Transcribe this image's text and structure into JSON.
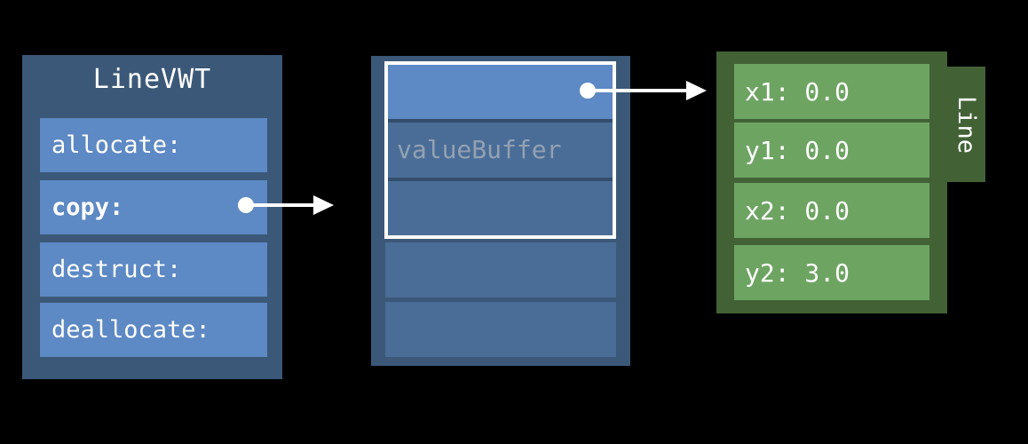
{
  "canvas": {
    "background": "#000000"
  },
  "colors": {
    "panel_blue": "#3B5878",
    "row_blue_bright": "#5D89C4",
    "row_blue_muted": "#4A6D97",
    "buffer_label_text": "#93A1B2",
    "panel_green": "#426236",
    "row_green": "#6DA462",
    "text": "#FFFFFF",
    "arrow": "#FFFFFF"
  },
  "vwt": {
    "title": "LineVWT",
    "rows": [
      {
        "label": "allocate:",
        "emphasis": false
      },
      {
        "label": "copy:",
        "emphasis": true
      },
      {
        "label": "destruct:",
        "emphasis": false
      },
      {
        "label": "deallocate:",
        "emphasis": false
      }
    ]
  },
  "buffer": {
    "label": "valueBuffer",
    "slots_in_region": 3,
    "slots_below": 2
  },
  "line": {
    "tab_label": "Line",
    "fields": [
      {
        "name": "x1",
        "value": "0.0",
        "label": "x1: 0.0"
      },
      {
        "name": "y1",
        "value": "0.0",
        "label": "y1: 0.0"
      },
      {
        "name": "x2",
        "value": "0.0",
        "label": "x2: 0.0"
      },
      {
        "name": "y2",
        "value": "3.0",
        "label": "y2: 3.0"
      }
    ]
  }
}
